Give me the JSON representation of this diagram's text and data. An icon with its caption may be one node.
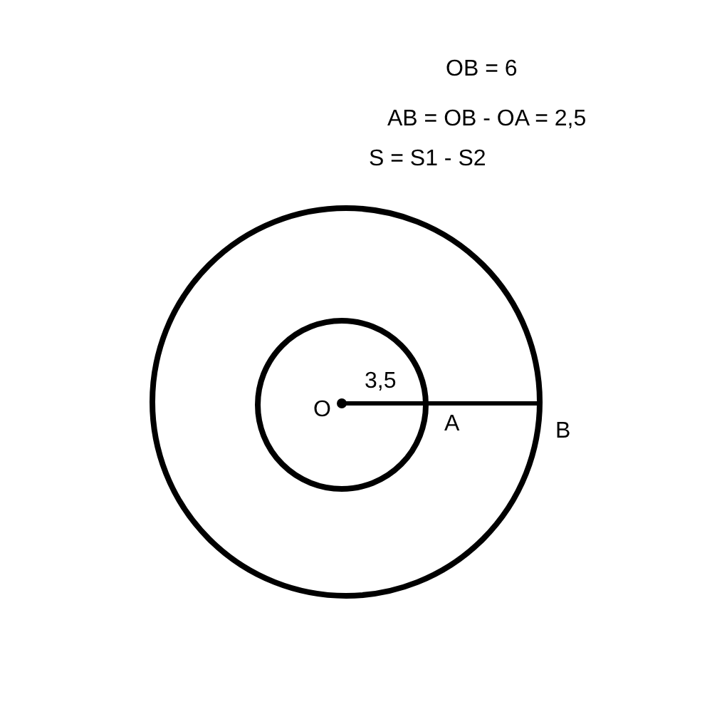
{
  "diagram": {
    "labels": [
      "OB = 6",
      "AB = OB - OA = 2,5",
      "S = S1 - S2",
      "3,5",
      "O",
      "A",
      "B"
    ]
  }
}
